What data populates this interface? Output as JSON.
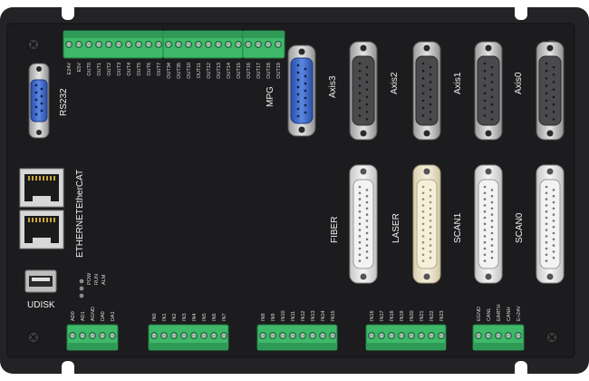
{
  "device": {
    "rs232_label": "RS232",
    "ethercat_label": "EtherCAT",
    "ethernet_label": "ETHERNET",
    "udisk_label": "UDISK",
    "mpg_label": "MPG",
    "axis_labels": [
      "Axis3",
      "Axis2",
      "Axis1",
      "Axis0"
    ],
    "lower_connector_labels": [
      "FIBER",
      "LASER",
      "SCAN1",
      "SCAN0"
    ],
    "top_terminal_pins_a": [
      "E24V",
      "E5V",
      "OUT0",
      "OUT1",
      "OUT2",
      "OUT3",
      "OUT4",
      "OUT5",
      "OUT6",
      "OUT7"
    ],
    "top_terminal_pins_b": [
      "OUT34",
      "OUT35",
      "OUT10",
      "OUT11",
      "OUT12",
      "OUT13",
      "OUT14",
      "OUT15"
    ],
    "top_terminal_pins_c": [
      "OUT16",
      "OUT17",
      "OUT18",
      "OUT19"
    ],
    "leds": [
      "POW",
      "RUN",
      "ALM"
    ],
    "bottom_terminal_pins_analog": [
      "AD0",
      "AD1",
      "AGND",
      "DA0",
      "DA1"
    ],
    "bottom_terminal_pins_in0": [
      "IN0",
      "IN1",
      "IN2",
      "IN3",
      "IN4",
      "IN5",
      "IN6",
      "IN7"
    ],
    "bottom_terminal_pins_in8": [
      "IN8",
      "IN9",
      "IN10",
      "IN11",
      "IN12",
      "IN13",
      "IN14",
      "IN15"
    ],
    "bottom_terminal_pins_in16": [
      "IN16",
      "IN17",
      "IN18",
      "IN19",
      "IN20",
      "IN21",
      "IN22",
      "IN23"
    ],
    "bottom_terminal_pins_can": [
      "EGND",
      "CANL",
      "EARTH",
      "CANH",
      "E+24V"
    ]
  },
  "colors": {
    "body": "#1c1c1e",
    "terminal_green": "#3fb86a",
    "db9_blue": "#3a66c8",
    "connector_grey": "#b9b9b9",
    "laser_cream": "#efe8cf"
  }
}
